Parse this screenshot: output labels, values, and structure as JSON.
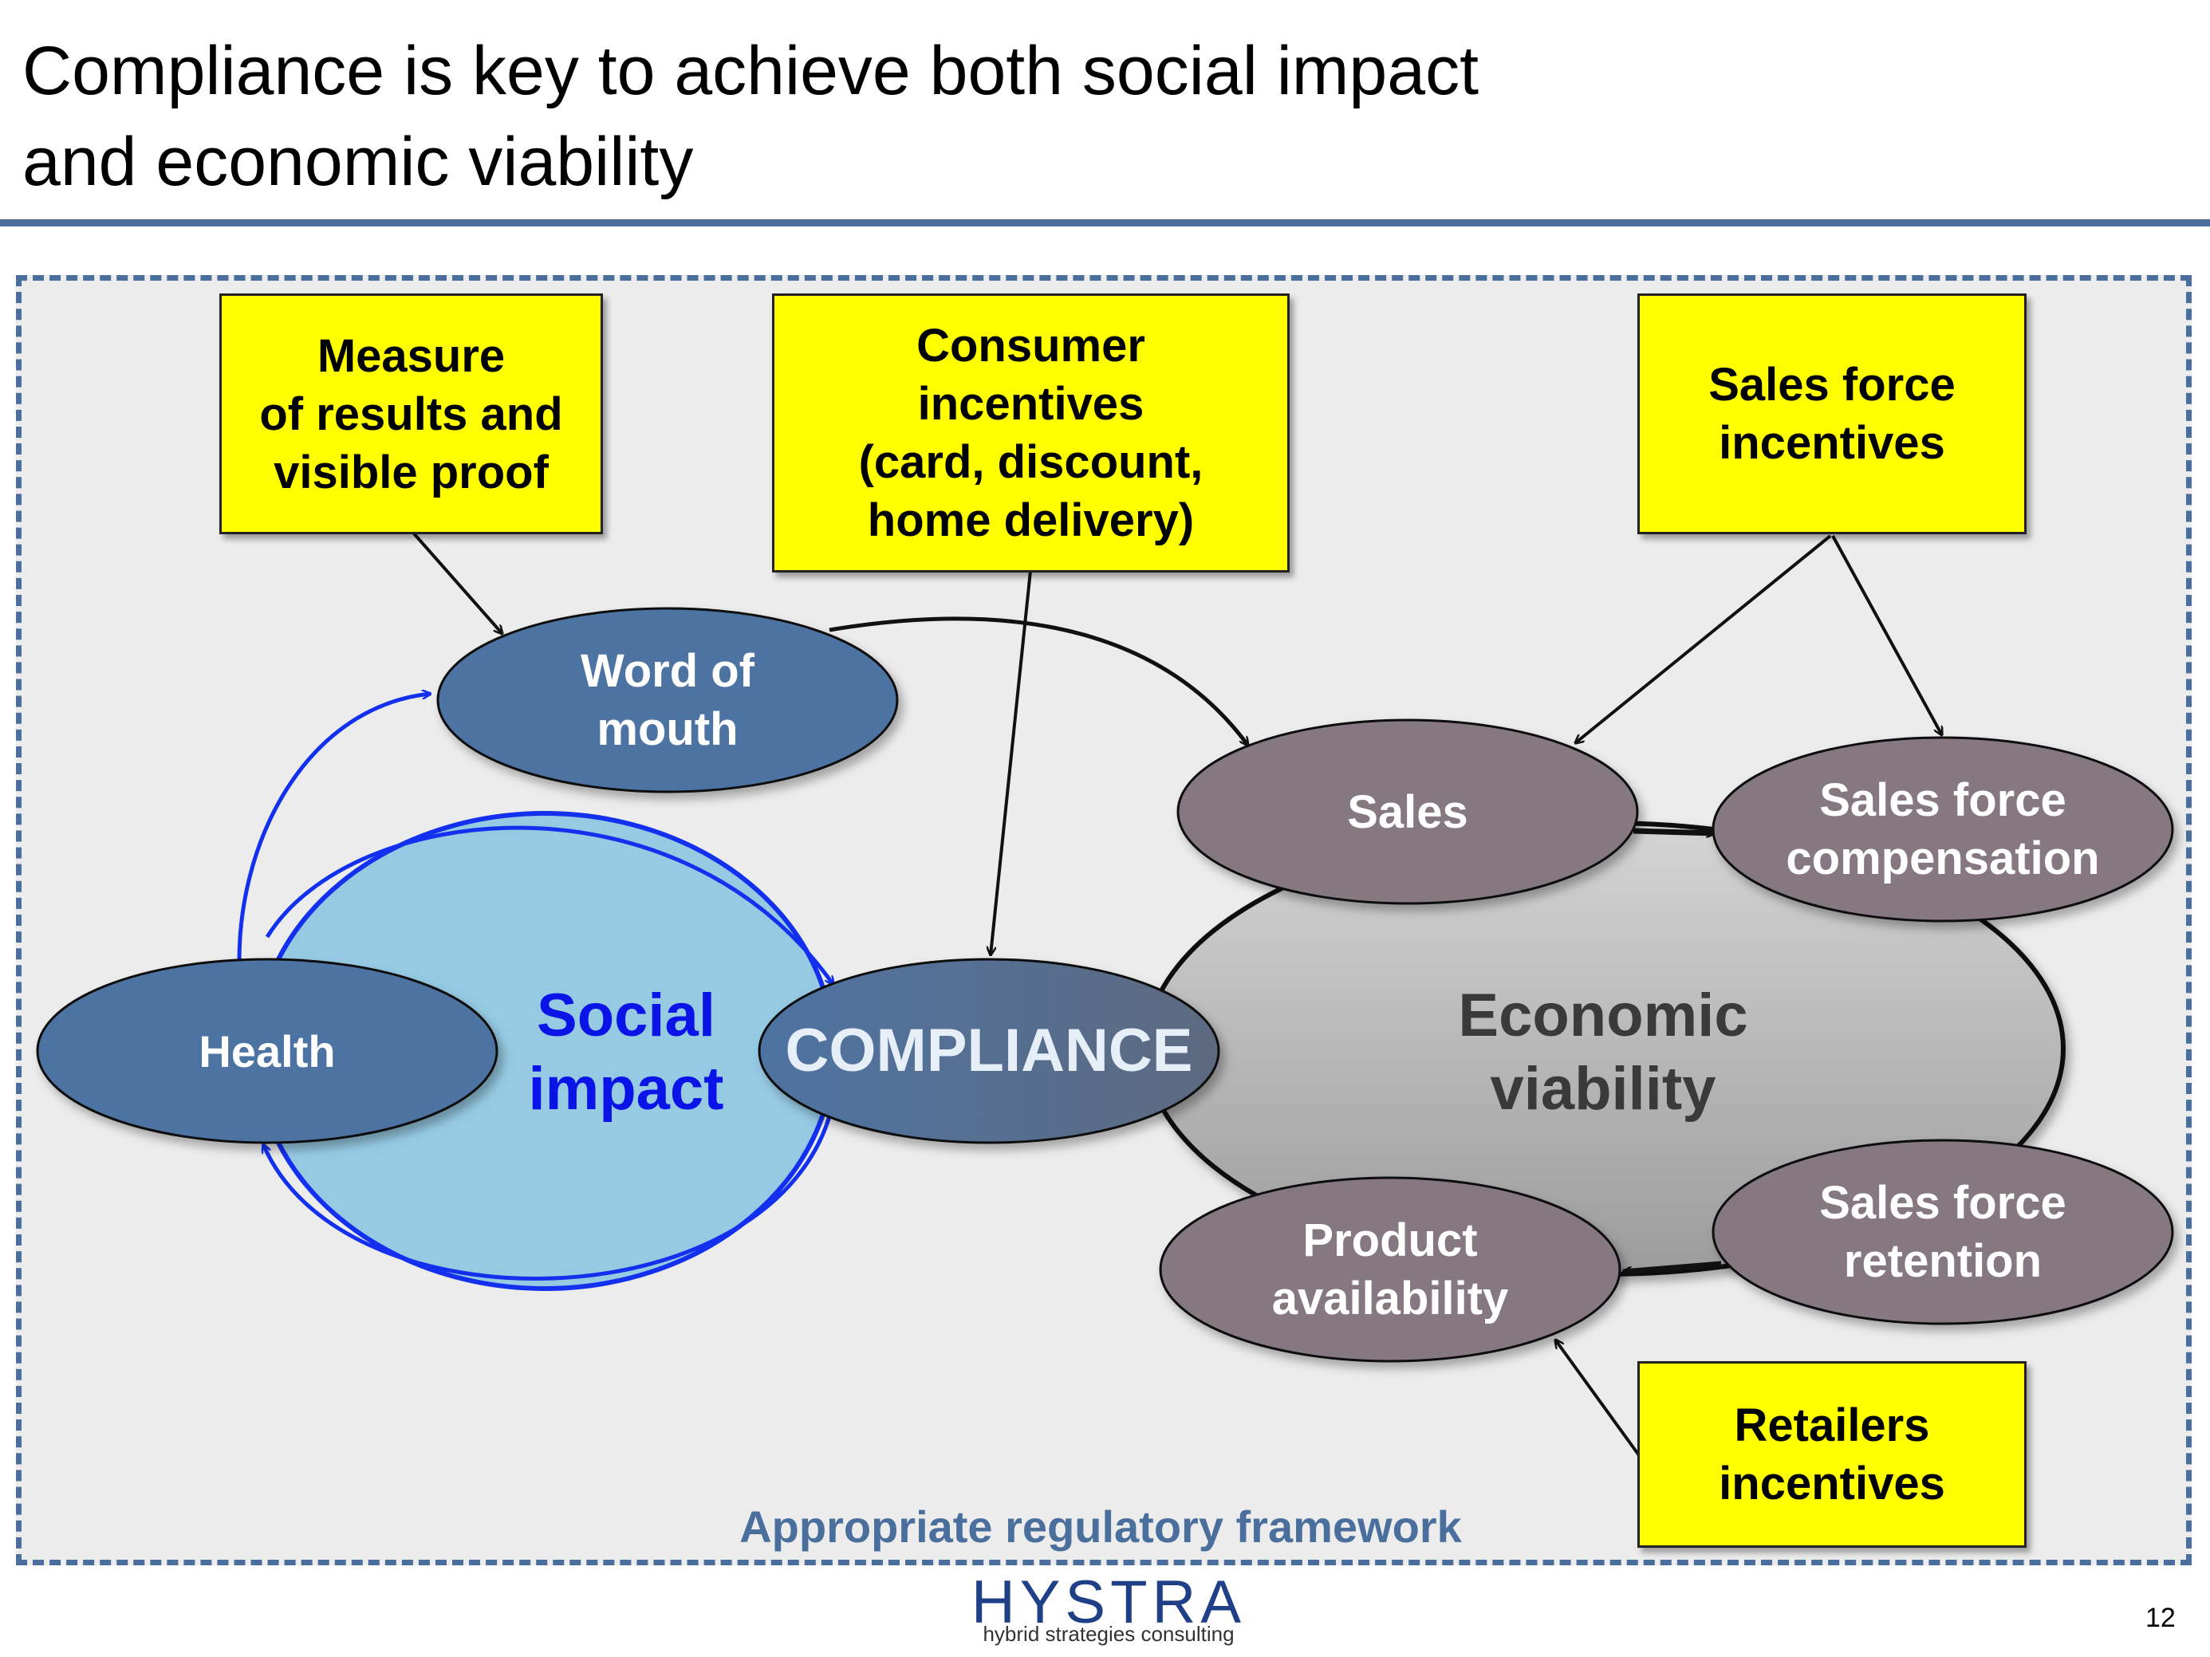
{
  "title_line1": "Compliance is key to achieve both social impact",
  "title_line2": "and economic viability",
  "framework_label": "Appropriate regulatory framework",
  "incentive_boxes": {
    "measure": [
      "Measure",
      "of results and",
      "visible proof"
    ],
    "consumer": [
      "Consumer",
      "incentives",
      "(card, discount,",
      "home delivery)"
    ],
    "sales_force": [
      "Sales force",
      "incentives"
    ],
    "retailers": [
      "Retailers",
      "incentives"
    ]
  },
  "nodes": {
    "word_of_mouth": [
      "Word of",
      "mouth"
    ],
    "health": "Health",
    "social_impact": [
      "Social",
      "impact"
    ],
    "compliance": "COMPLIANCE",
    "economic_viability": [
      "Economic",
      "viability"
    ],
    "sales": "Sales",
    "sales_force_compensation": [
      "Sales force",
      "compensation"
    ],
    "product_availability": [
      "Product",
      "availability"
    ],
    "sales_force_retention": [
      "Sales force",
      "retention"
    ]
  },
  "logo": {
    "name": "HYSTRA",
    "tagline": "hybrid strategies consulting"
  },
  "page_number": "12",
  "colors": {
    "title_rule": "#4a6f9c",
    "frame_border": "#4a6f9c",
    "frame_background": "#ececec",
    "incentive_box": "#ffff00",
    "blue_node": "#4e73a2",
    "grey_node": "#857880",
    "social_impact_fill": "#96cae3",
    "social_impact_text": "#0a14e6",
    "economic_viability_fill": "#bdbdbd",
    "economic_viability_text": "#3b3a3b",
    "blue_arrow": "#1230ee",
    "framework_label_text": "#4a6f9c"
  }
}
